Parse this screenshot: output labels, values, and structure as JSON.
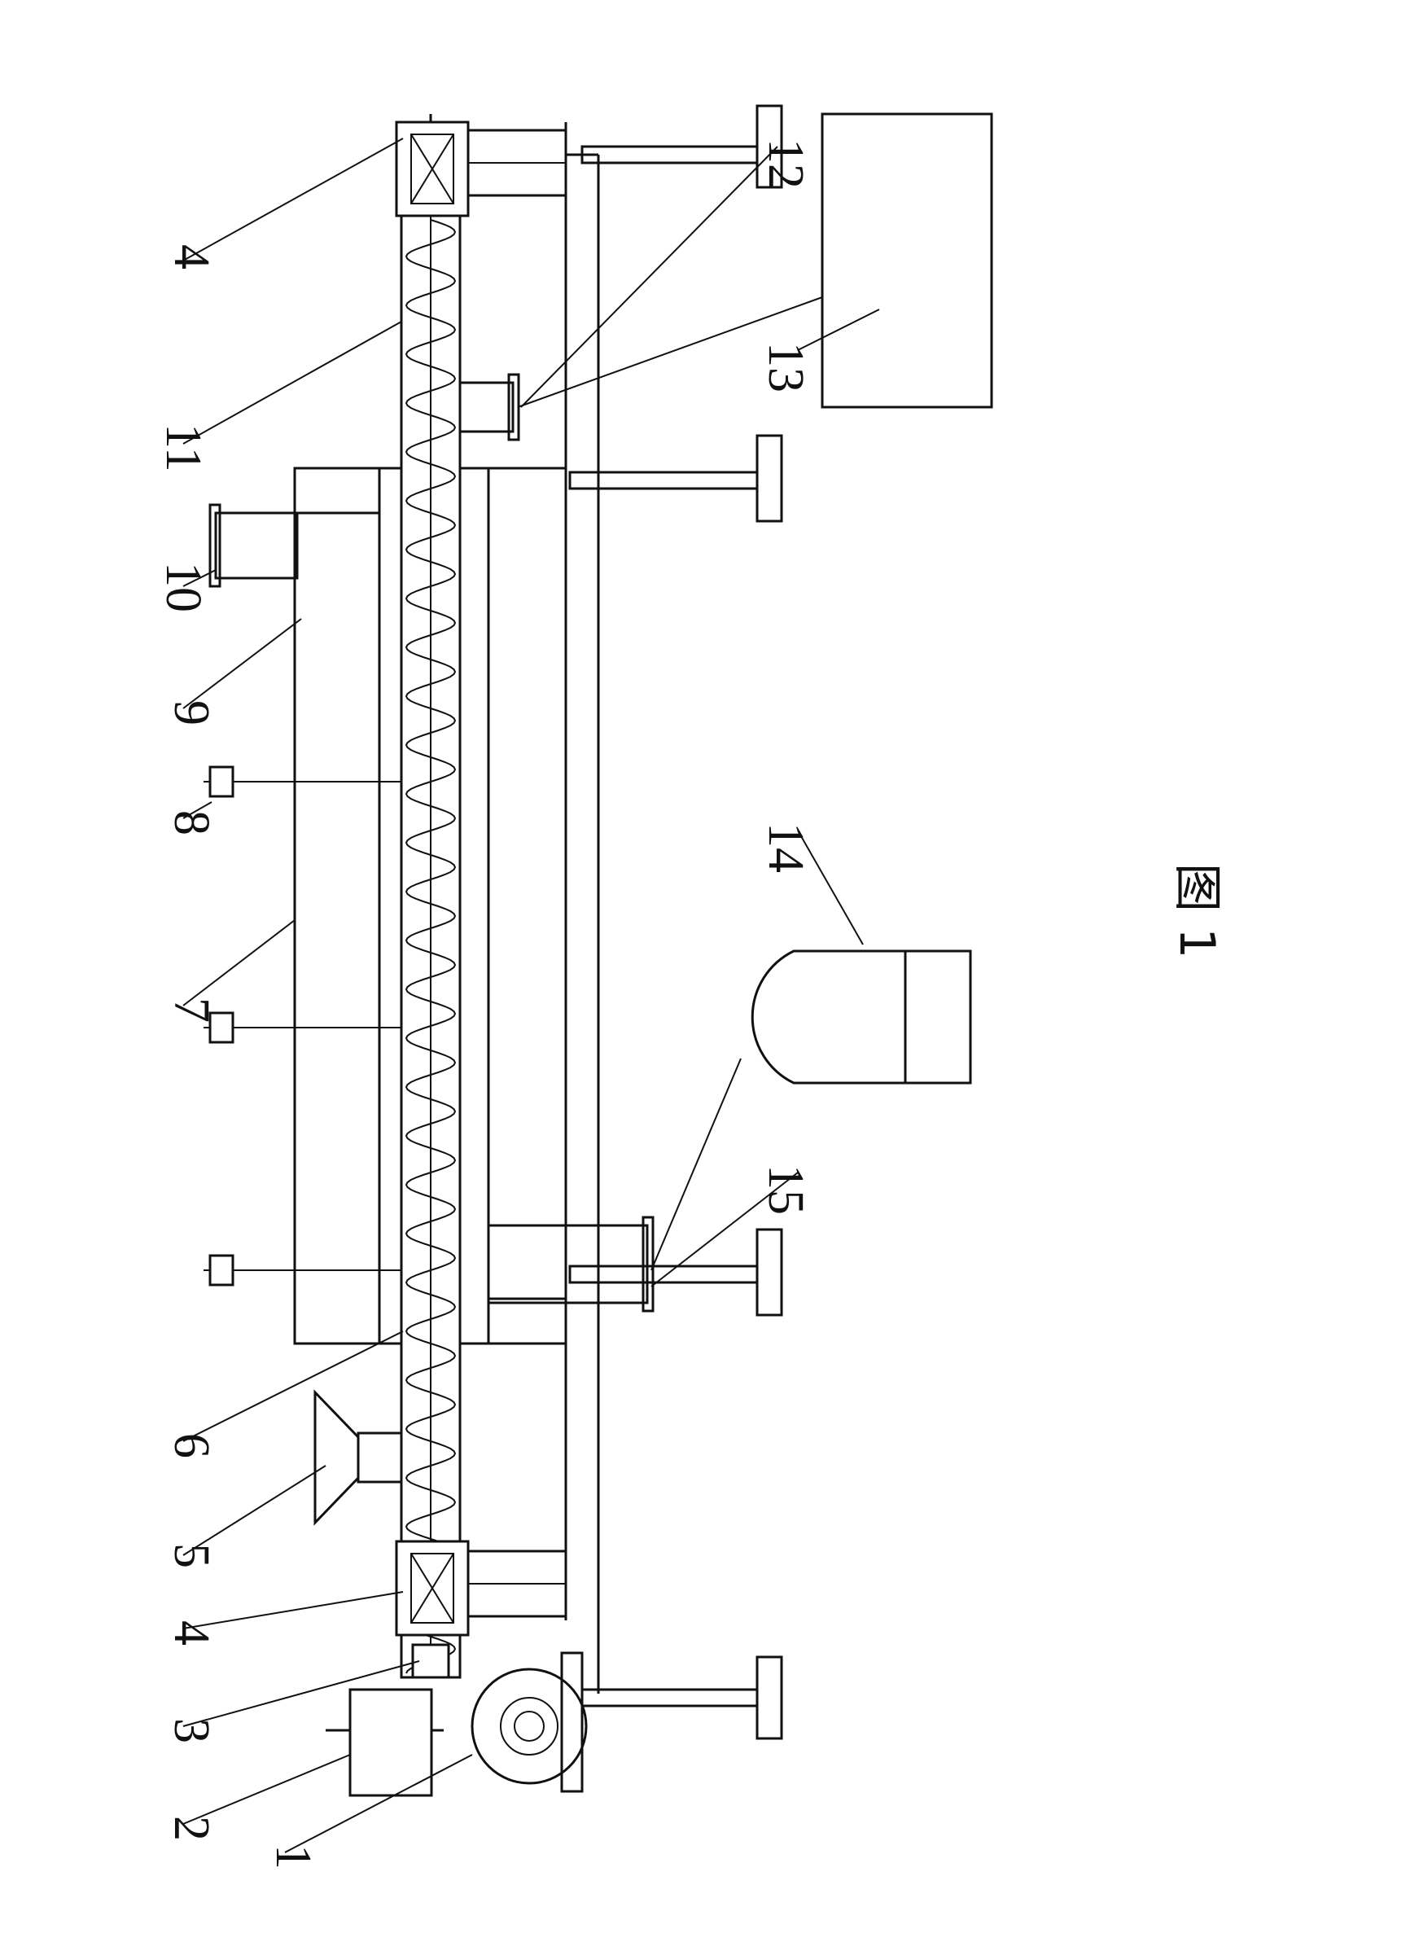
{
  "figure": {
    "caption": "图 1",
    "labels": [
      "1",
      "2",
      "3",
      "4",
      "4",
      "5",
      "6",
      "7",
      "8",
      "9",
      "10",
      "11",
      "12",
      "13",
      "14",
      "15"
    ]
  }
}
